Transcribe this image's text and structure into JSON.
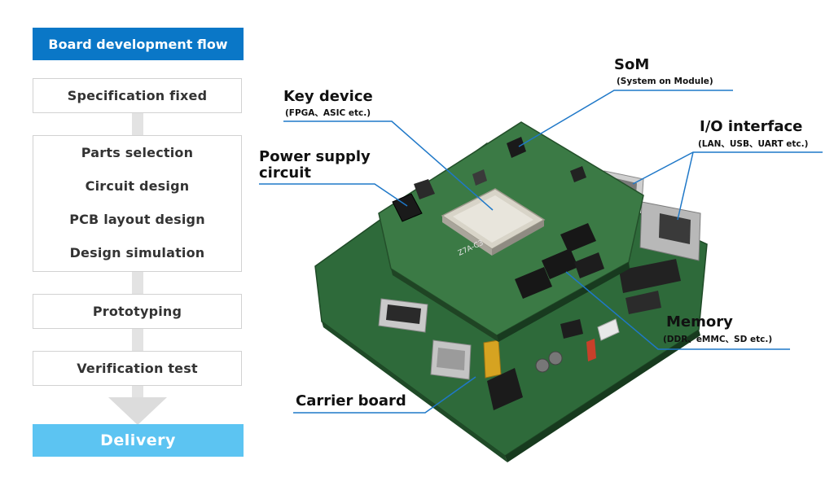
{
  "flow": {
    "title": "Board development flow",
    "steps": [
      {
        "label": "Specification fixed"
      },
      {
        "label": "Parts selection"
      },
      {
        "label": "Circuit design"
      },
      {
        "label": "PCB layout design"
      },
      {
        "label": "Design simulation"
      },
      {
        "label": "Prototyping"
      },
      {
        "label": "Verification test"
      }
    ],
    "final": "Delivery"
  },
  "callouts": {
    "som": {
      "label": "SoM",
      "sub": "(System on Module)"
    },
    "key_device": {
      "label": "Key device",
      "sub": "(FPGA、ASIC etc.)"
    },
    "power_supply": {
      "label_line1": "Power supply",
      "label_line2": "circuit"
    },
    "io_interface": {
      "label": "I/O interface",
      "sub": "(LAN、USB、UART etc.)"
    },
    "memory": {
      "label": "Memory",
      "sub": "(DDR、eMMC、SD etc.)"
    },
    "carrier_board": {
      "label": "Carrier board"
    }
  },
  "board_silkscreen": {
    "part_label": "Z7A-C3"
  },
  "colors": {
    "flow_title_bg": "#0a77c7",
    "final_bg": "#5cc4f2",
    "callout_line": "#1f78c8",
    "pcb_green": "#2f6b3a"
  }
}
